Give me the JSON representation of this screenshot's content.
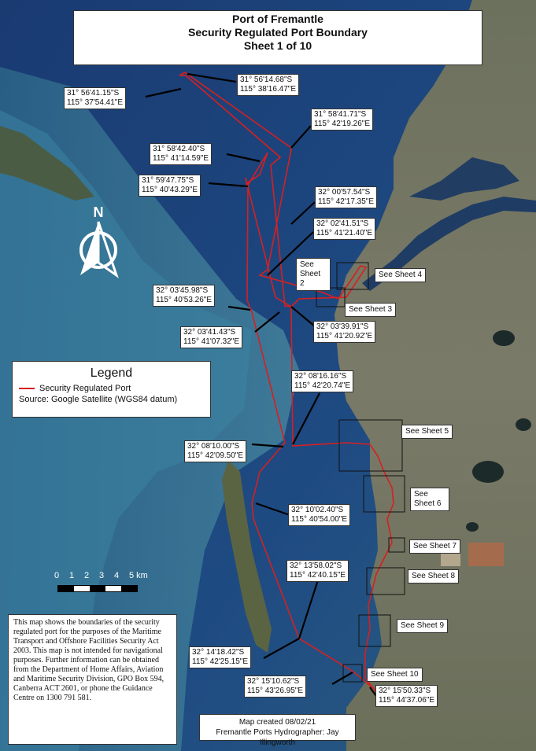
{
  "title": {
    "line1": "Port of Fremantle",
    "line2": "Security Regulated Port Boundary",
    "line3": "Sheet 1 of 10"
  },
  "coordinates": [
    {
      "lat": "31° 56'41.15\"S",
      "lon": "115° 37'54.41\"E"
    },
    {
      "lat": "31° 56'14.68\"S",
      "lon": "115° 38'16.47\"E"
    },
    {
      "lat": "31° 58'41.71\"S",
      "lon": "115° 42'19.26\"E"
    },
    {
      "lat": "31° 58'42.40\"S",
      "lon": "115° 41'14.59\"E"
    },
    {
      "lat": "31° 59'47.75\"S",
      "lon": "115° 40'43.29\"E"
    },
    {
      "lat": "32° 00'57.54\"S",
      "lon": "115° 42'17.35\"E"
    },
    {
      "lat": "32° 02'41.51\"S",
      "lon": "115° 41'21.40\"E"
    },
    {
      "lat": "32° 03'45.98\"S",
      "lon": "115° 40'53.26\"E"
    },
    {
      "lat": "32° 03'41.43\"S",
      "lon": "115° 41'07.32\"E"
    },
    {
      "lat": "32° 03'39.91\"S",
      "lon": "115° 41'20.92\"E"
    },
    {
      "lat": "32° 08'16.16\"S",
      "lon": "115° 42'20.74\"E"
    },
    {
      "lat": "32° 08'10.00\"S",
      "lon": "115° 42'09.50\"E"
    },
    {
      "lat": "32° 10'02.40\"S",
      "lon": "115° 40'54.00\"E"
    },
    {
      "lat": "32° 13'58.02\"S",
      "lon": "115° 42'40.15\"E"
    },
    {
      "lat": "32° 14'18.42\"S",
      "lon": "115° 42'25.15\"E"
    },
    {
      "lat": "32° 15'10.62\"S",
      "lon": "115° 43'26.95\"E"
    },
    {
      "lat": "32° 15'50.33\"S",
      "lon": "115° 44'37.06\"E"
    }
  ],
  "sheets": {
    "s2": "See Sheet 2",
    "s3": "See Sheet 3",
    "s4": "See Sheet 4",
    "s5": "See Sheet 5",
    "s6": "See Sheet 6",
    "s7": "See Sheet 7",
    "s8": "See Sheet 8",
    "s9": "See Sheet 9",
    "s10": "See Sheet 10"
  },
  "legend": {
    "title": "Legend",
    "item": "Security Regulated Port",
    "source": "Source: Google Satellite (WGS84 datum)"
  },
  "north_label": "N",
  "scale": {
    "labels": [
      "0",
      "1",
      "2",
      "3",
      "4",
      "5 km"
    ]
  },
  "note": "This map shows the boundaries of the security regulated port for the purposes of the Maritime Transport and Offshore Facilities Security Act 2003. This map is not intended for navigational purposes. Further information can be obtained from the Department of Home Affairs, Aviation and Maritime Security Division, GPO Box 594, Canberra ACT 2601, or phone the Guidance Centre on 1300 791 581.",
  "credit": {
    "line1": "Map created 08/02/21",
    "line2": "Fremantle Ports Hydrographer: Jay Illingworth"
  },
  "colors": {
    "boundary": "#d62020",
    "ocean_deep": "#1c3f7a",
    "ocean_shallow": "#3e7fa0",
    "land": "#6d7360"
  }
}
